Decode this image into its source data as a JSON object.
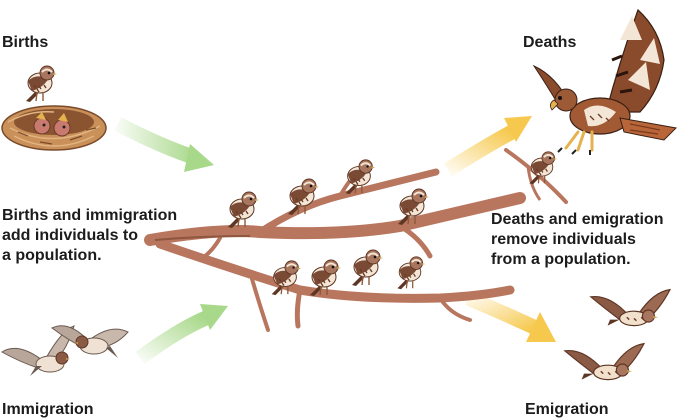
{
  "labels": {
    "births": "Births",
    "deaths": "Deaths",
    "immigration": "Immigration",
    "emigration": "Emigration",
    "add_text": "Births and immigration\nadd individuals to\na population.",
    "remove_text": "Deaths and emigration\nremove individuals\nfrom a population."
  },
  "colors": {
    "arrow_add": "#a8d88a",
    "arrow_remove": "#f6c94e",
    "branch": "#b9765e",
    "bird_brown": "#7a4a35",
    "bird_cream": "#f3e6d6",
    "nest": "#c9905a",
    "hawk_brown": "#8a4a2c",
    "text": "#1c1c1c"
  },
  "icons": [
    "sparrow-icon",
    "nest-icon",
    "hawk-icon",
    "branch-icon",
    "arrow-icon",
    "flying-bird-icon"
  ]
}
